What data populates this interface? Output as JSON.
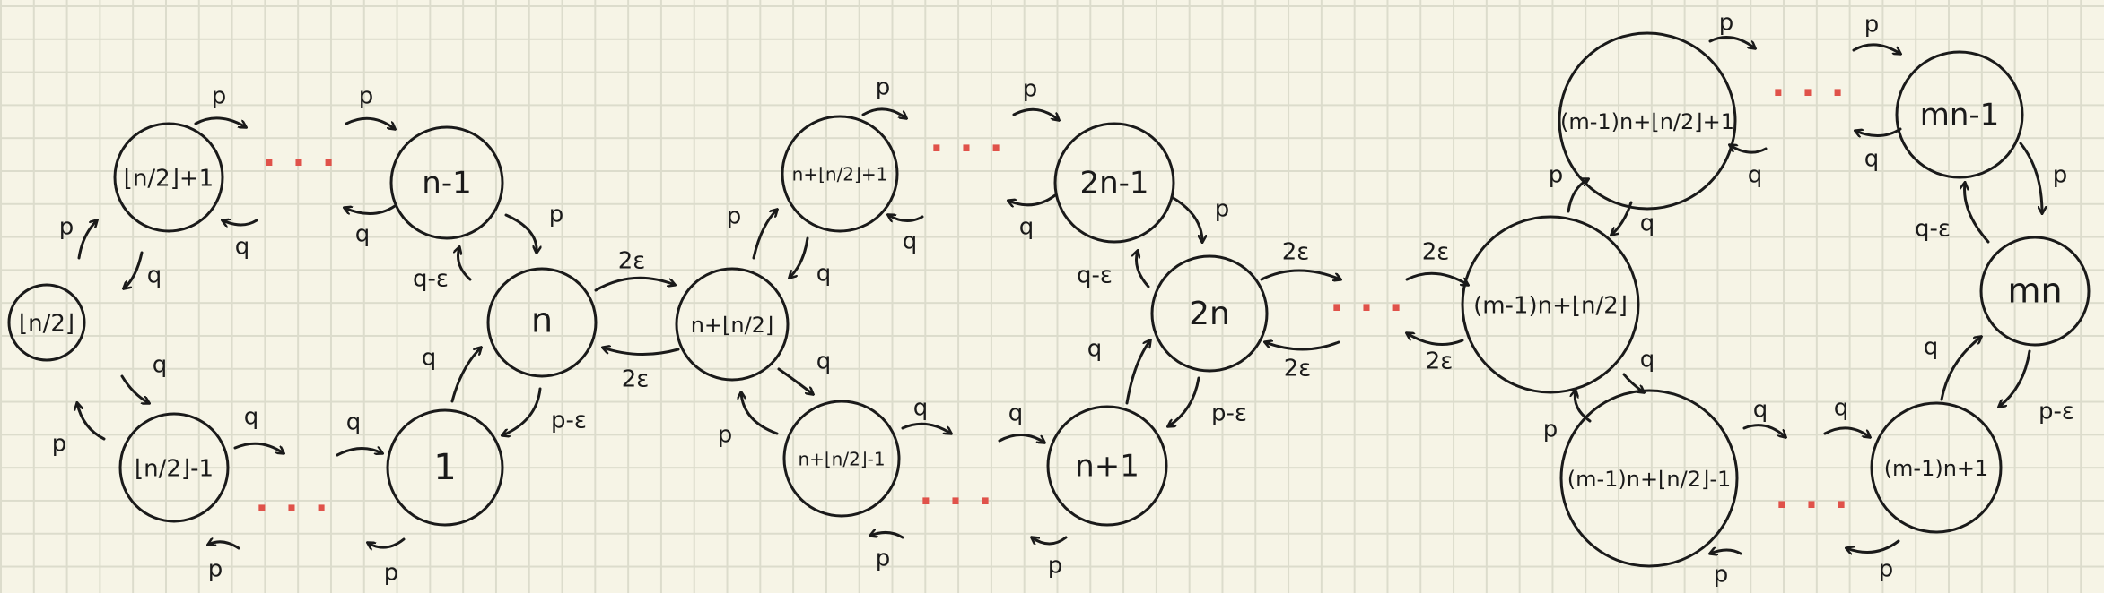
{
  "colors": {
    "ink": "#1a1a1a",
    "dots": "#e0524a",
    "background": "#f6f4e6"
  },
  "nodes": {
    "floor_n2": "⌊n/2⌋",
    "floor_n2_plus_1": "⌊n/2⌋+1",
    "floor_n2_minus_1": "⌊n/2⌋-1",
    "n_minus_1": "n-1",
    "n": "n",
    "one": "1",
    "n_plus_floor": "n+⌊n/2⌋",
    "n_plus_floor_plus_1": "n+⌊n/2⌋+1",
    "n_plus_floor_minus_1": "n+⌊n/2⌋-1",
    "two_n_minus_1": "2n-1",
    "two_n": "2n",
    "n_plus_1": "n+1",
    "m1n_plus_floor": "(m-1)n+⌊n/2⌋",
    "m1n_plus_floor_plus_1": "(m-1)n+⌊n/2⌋+1",
    "m1n_plus_floor_minus_1": "(m-1)n+⌊n/2⌋-1",
    "mn_minus_1": "mn-1",
    "mn": "mn",
    "m1n_plus_1": "(m-1)n+1"
  },
  "edge_labels": {
    "p": "p",
    "q": "q",
    "q_minus_eps": "q-ε",
    "p_minus_eps": "p-ε",
    "two_eps": "2ε"
  },
  "ellipsis": "...",
  "ellipsis_dots": "· · ·"
}
